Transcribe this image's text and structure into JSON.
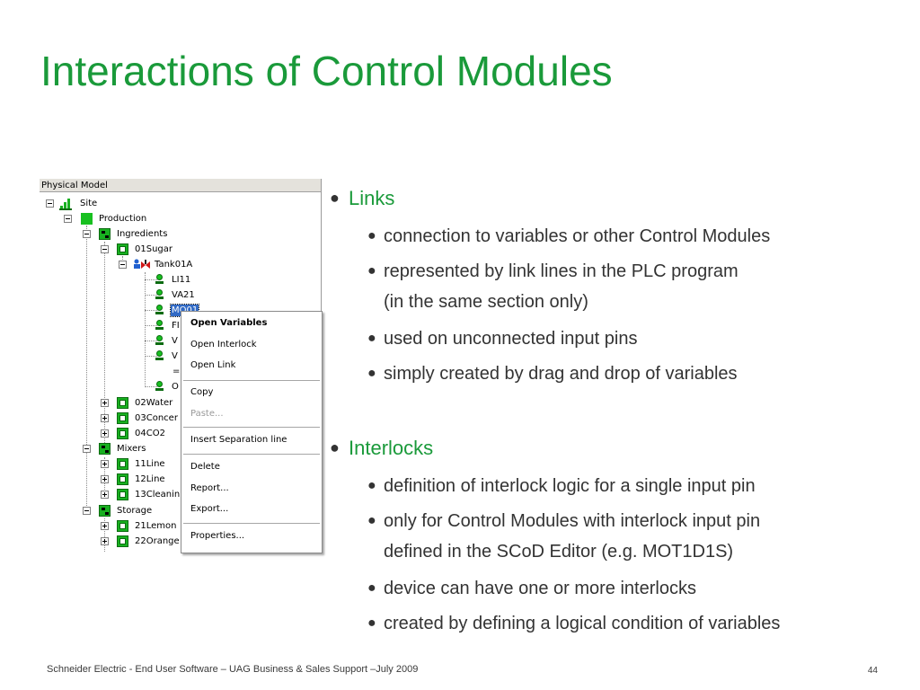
{
  "slide": {
    "title": "Interactions of Control Modules",
    "footer_text": "Schneider Electric - End User Software – UAG Business & Sales Support –July 2009",
    "page_number": "44"
  },
  "screenshot": {
    "panel_title": "Physical Model",
    "tree": {
      "site": "Site",
      "production": "Production",
      "ingredients": "Ingredients",
      "sugar": "01Sugar",
      "tank": "Tank01A",
      "li11": "LI11",
      "va21": "VA21",
      "mot_selected": "MO01",
      "fi_partial": "FI",
      "va_partial_1": "V",
      "va_partial_2": "V",
      "item_partial_eq": "=",
      "item_partial_o": "O",
      "water": "02Water",
      "concentrate": "03Concer",
      "co2": "04CO2",
      "mixers": "Mixers",
      "line11": "11Line",
      "line12": "12Line",
      "cleaning": "13Cleanin",
      "storage": "Storage",
      "lemon": "21Lemon",
      "orange": "22Orange"
    },
    "context_menu": {
      "open_variables": "Open Variables",
      "open_interlock": "Open Interlock",
      "open_link": "Open Link",
      "copy": "Copy",
      "paste": "Paste...",
      "insert_separation": "Insert Separation line",
      "delete": "Delete",
      "report": "Report...",
      "export": "Export...",
      "properties": "Properties..."
    }
  },
  "content": {
    "links": {
      "heading": "Links",
      "b1": "connection to variables or other Control Modules",
      "b2": "represented by link lines in the PLC program",
      "b2_cont": "(in the same section only)",
      "b3": "used on unconnected input pins",
      "b4": "simply created by drag and drop of variables"
    },
    "interlocks": {
      "heading": "Interlocks",
      "b1": "definition of interlock logic for a single input pin",
      "b2": "only for Control Modules with interlock input pin",
      "b2_cont": "defined in the SCoD Editor (e.g. MOT1D1S)",
      "b3": "device can have one or more interlocks",
      "b4": "created by defining a logical condition of variables"
    }
  },
  "colors": {
    "title_green": "#1a9a3a",
    "tree_green": "#18b020",
    "selection_blue": "#316ac5"
  }
}
